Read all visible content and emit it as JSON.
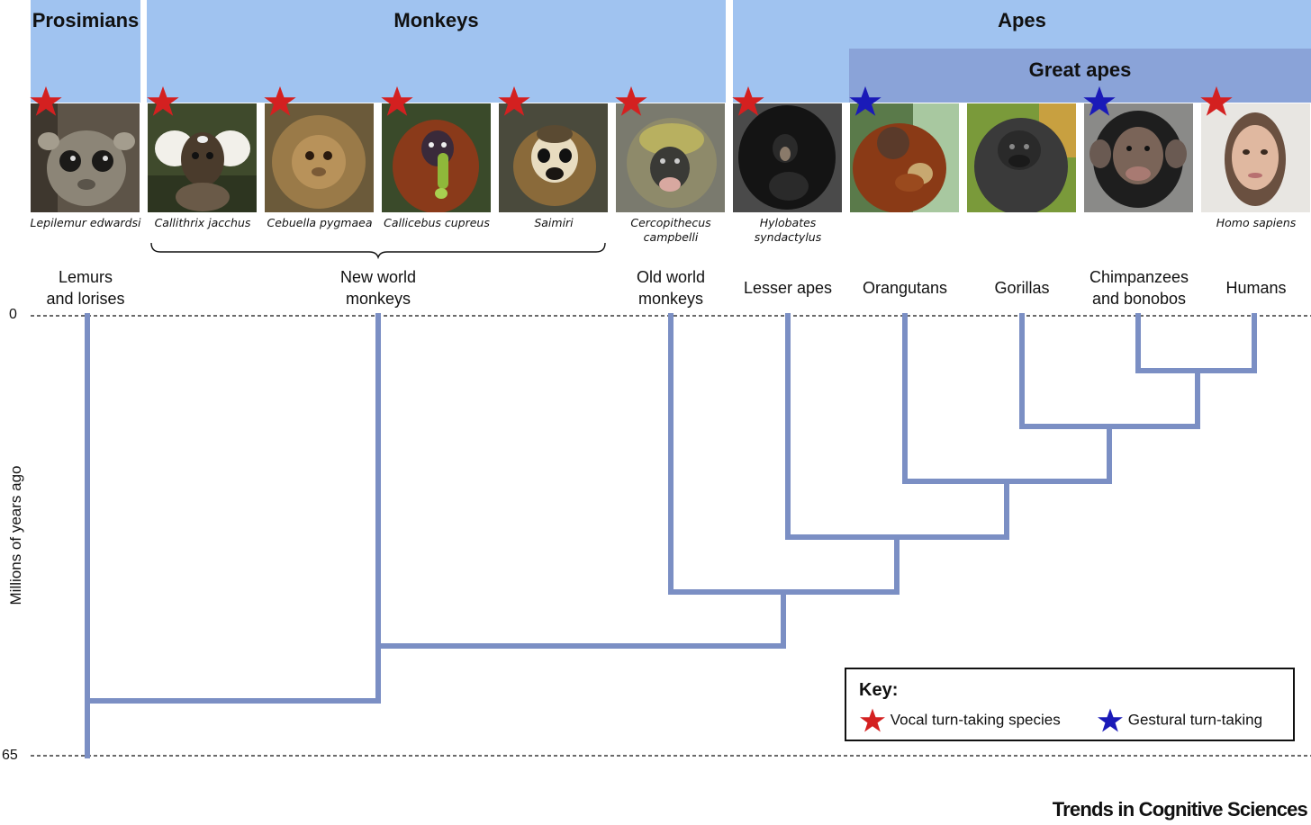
{
  "groups": {
    "prosimians": "Prosimians",
    "monkeys": "Monkeys",
    "apes": "Apes",
    "great_apes": "Great apes"
  },
  "species": [
    {
      "name": "Lepilemur edwardsi",
      "star": "vocal"
    },
    {
      "name": "Callithrix jacchus",
      "star": "vocal"
    },
    {
      "name": "Cebuella pygmaea",
      "star": "vocal"
    },
    {
      "name": "Callicebus cupreus",
      "star": "vocal"
    },
    {
      "name": "Saimiri",
      "star": "vocal"
    },
    {
      "name": "Cercopithecus campbelli",
      "star": "vocal"
    },
    {
      "name": "Hylobates syndactylus",
      "star": "vocal"
    },
    {
      "name": "",
      "star": "gestural"
    },
    {
      "name": "",
      "star": "none"
    },
    {
      "name": "",
      "star": "gestural"
    },
    {
      "name": "Homo sapiens",
      "star": "vocal"
    }
  ],
  "clades": {
    "lemurs": "Lemurs and lorises",
    "new_world": "New world monkeys",
    "old_world": "Old world monkeys",
    "lesser_apes": "Lesser apes",
    "orangutans": "Orangutans",
    "gorillas": "Gorillas",
    "chimps": "Chimpanzees and bonobos",
    "humans": "Humans"
  },
  "axis": {
    "title": "Millions of years ago",
    "top_value": "0",
    "bottom_value": "65"
  },
  "key": {
    "title": "Key:",
    "vocal": "Vocal turn-taking species",
    "gestural": "Gestural turn-taking"
  },
  "colors": {
    "band": "#a0c3f0",
    "great_apes_band": "#8aa3d8",
    "tree": "#7b8fc4",
    "vocal_star": "#d42020",
    "gestural_star": "#1a1ab8"
  },
  "credit": "Trends in Cognitive Sciences"
}
